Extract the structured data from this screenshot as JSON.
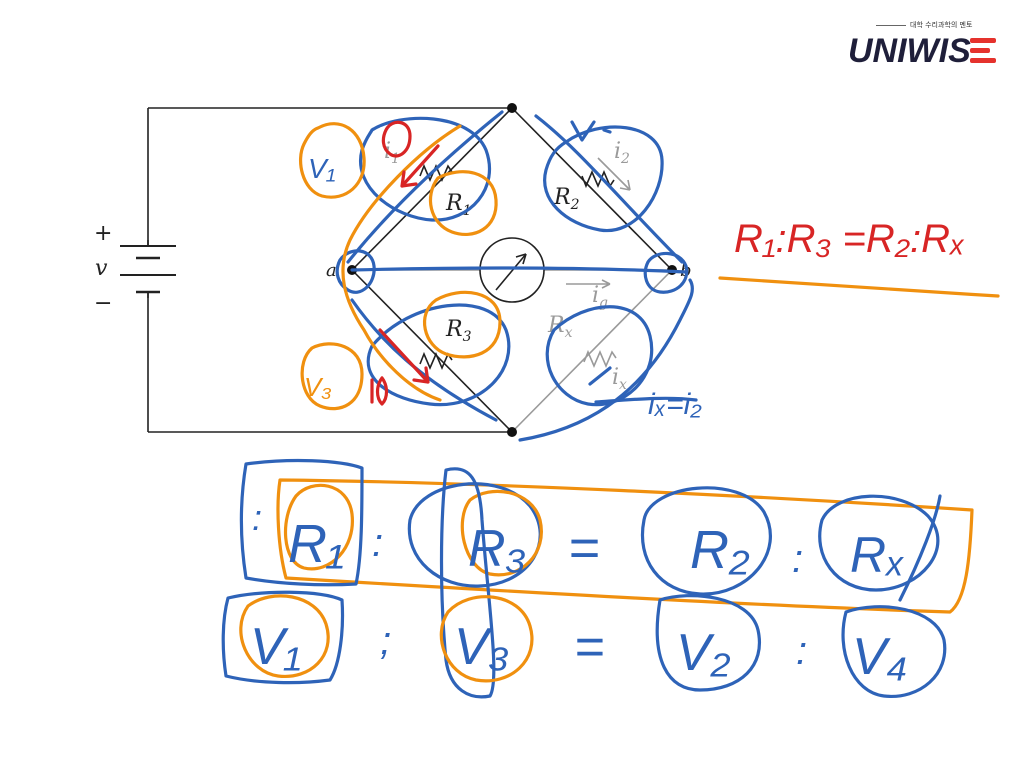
{
  "logo": {
    "tagline": "대학 수리과학의 멘토",
    "word": "UNIWIS",
    "icon": "uniwise-e-mark",
    "brand_color": "#e5322d",
    "text_color": "#1f1f3a"
  },
  "circuit": {
    "source_plus": "+",
    "source_label": "v",
    "source_minus": "−",
    "node_a": "a",
    "node_b": "b",
    "r1": "R",
    "r1_sub": "1",
    "r2": "R",
    "r2_sub": "2",
    "r3": "R",
    "r3_sub": "3",
    "rx": "R",
    "rx_sub": "x",
    "i1": "i",
    "i1_sub": "1",
    "i2": "i",
    "i2_sub": "2",
    "ig": "i",
    "ig_sub": "g",
    "ix": "i",
    "ix_sub": "x",
    "wire_color": "#222222",
    "gray_color": "#9a9a9a"
  },
  "annotations": {
    "ink_blue": "#2e63b8",
    "ink_orange": "#f0900f",
    "ink_red": "#d82525",
    "red_equation": "R₁:R₃ =R₂:Rₓ",
    "label_v1": "V₁",
    "label_v2": "V₂",
    "label_v3": "V₃",
    "current_relation": "iₓ=i₂",
    "ratio_row_1": [
      ":",
      "R₁",
      ":",
      "R₃",
      "=",
      "R₂",
      ":",
      "Rₓ"
    ],
    "ratio_row_2": [
      "V₁",
      ";",
      "V₃",
      "=",
      "V₂",
      ":",
      "V₄"
    ]
  }
}
